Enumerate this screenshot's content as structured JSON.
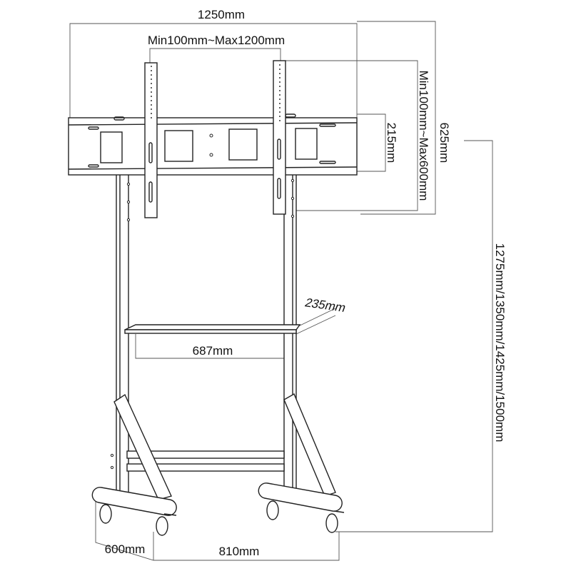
{
  "dimensions": {
    "overall_width": "1250mm",
    "vesa_horizontal": "Min100mm~Max1200mm",
    "vesa_vertical": "Min100mm~Max600mm",
    "mount_height": "625mm",
    "plate_height": "215mm",
    "total_height": "1275mm/1350mm/1425mm/1500mm",
    "shelf_depth": "235mm",
    "shelf_width": "687mm",
    "base_depth": "600mm",
    "base_width": "810mm"
  }
}
